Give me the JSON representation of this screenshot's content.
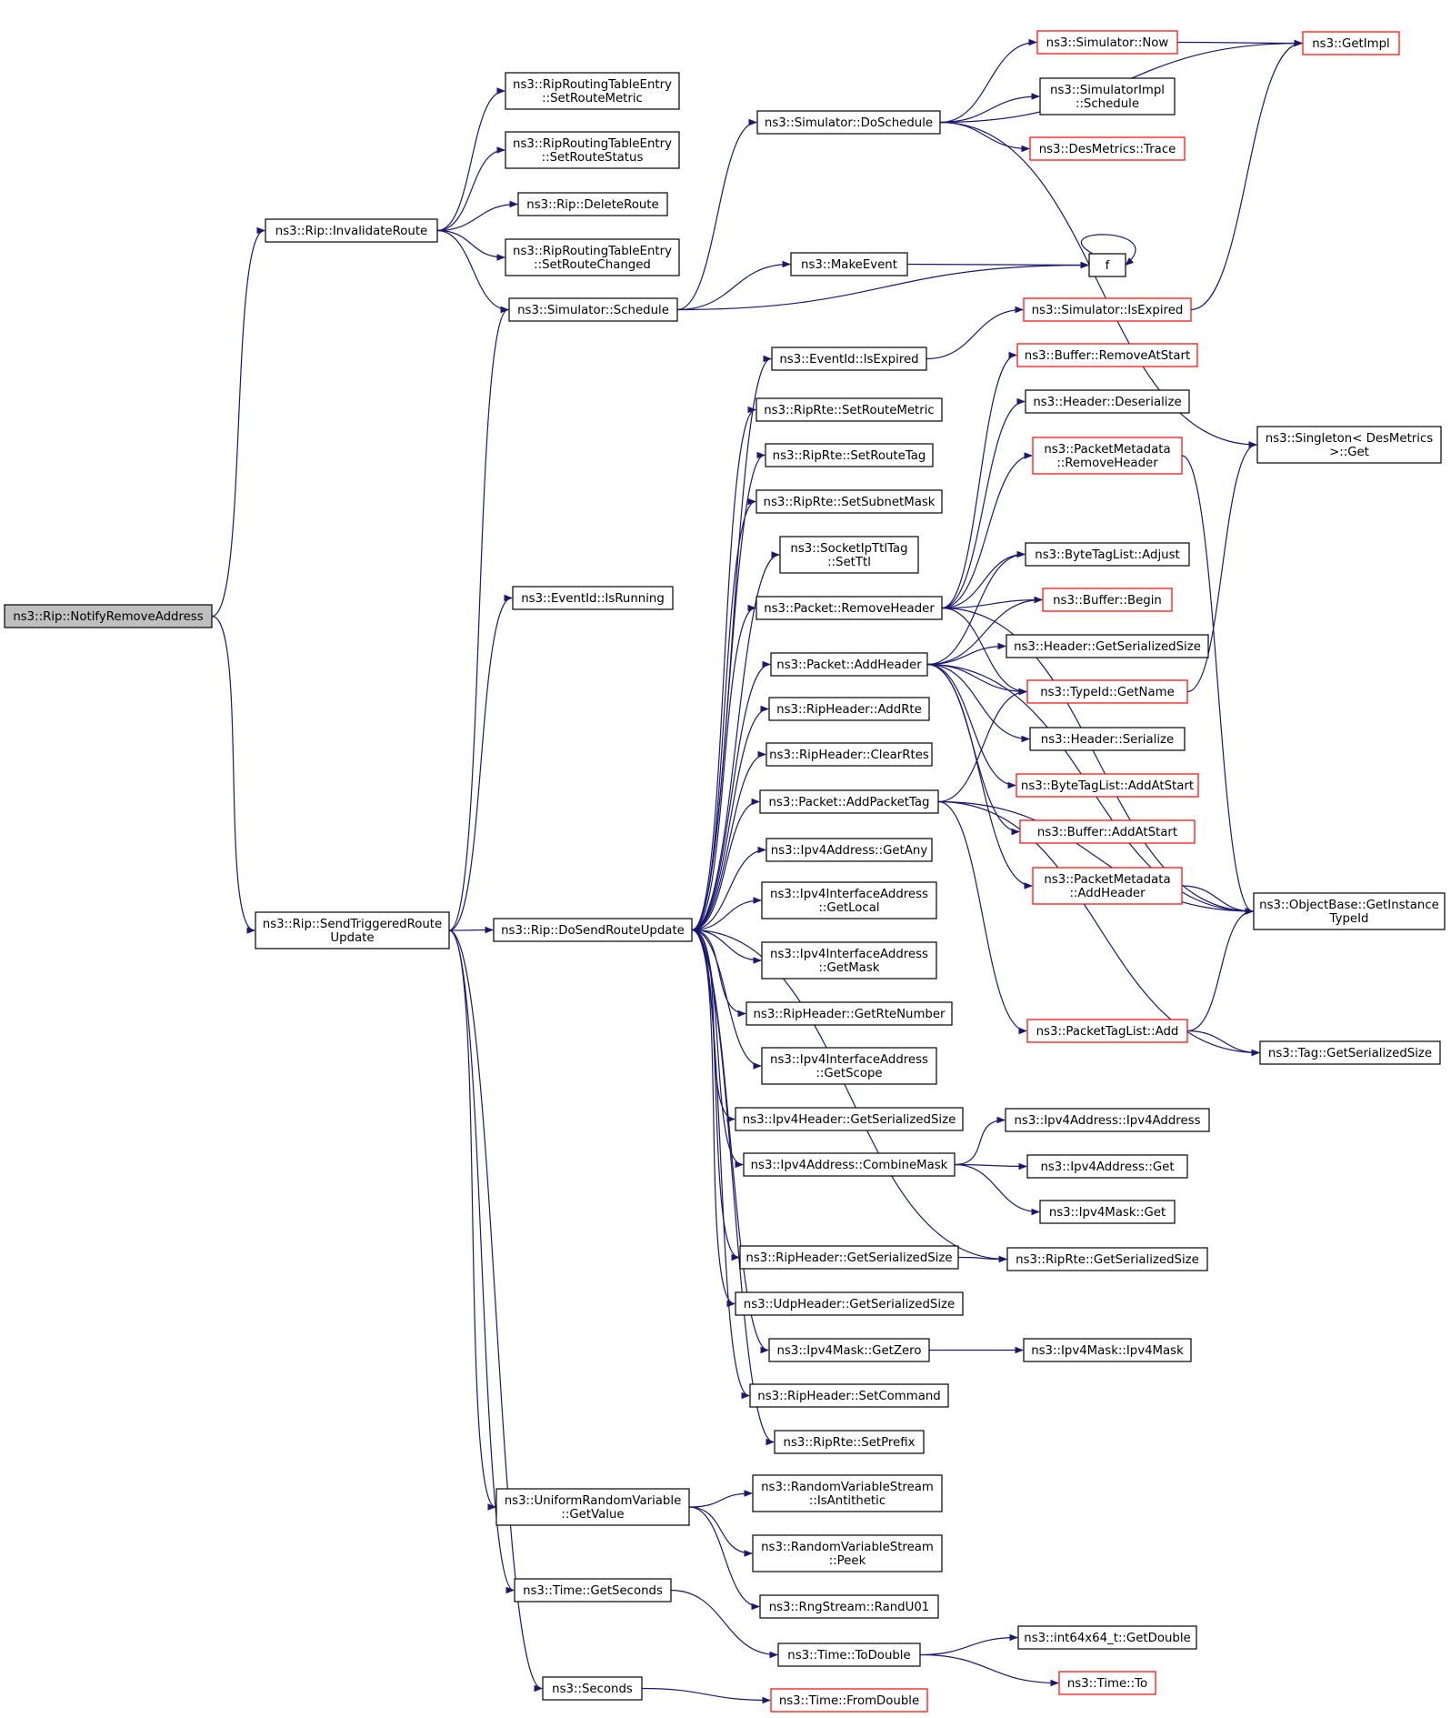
{
  "title": "",
  "colors": {
    "edge": "#191970",
    "node_border": "#000000",
    "truncated_border": "#ff0000",
    "root_fill": "#bfbfbf"
  },
  "nodes": [
    {
      "id": "notify",
      "lines": [
        "ns3::Rip::NotifyRemoveAddress"
      ],
      "style": "root"
    },
    {
      "id": "invalidate",
      "lines": [
        "ns3::Rip::InvalidateRoute"
      ]
    },
    {
      "id": "sendTrig",
      "lines": [
        "ns3::Rip::SendTriggeredRoute",
        "Update"
      ]
    },
    {
      "id": "rteSetMetric",
      "lines": [
        "ns3::RipRoutingTableEntry",
        "::SetRouteMetric"
      ]
    },
    {
      "id": "rteSetStatus",
      "lines": [
        "ns3::RipRoutingTableEntry",
        "::SetRouteStatus"
      ]
    },
    {
      "id": "deleteRoute",
      "lines": [
        "ns3::Rip::DeleteRoute"
      ]
    },
    {
      "id": "rteSetChanged",
      "lines": [
        "ns3::RipRoutingTableEntry",
        "::SetRouteChanged"
      ]
    },
    {
      "id": "schedule",
      "lines": [
        "ns3::Simulator::Schedule"
      ]
    },
    {
      "id": "evIsRunning",
      "lines": [
        "ns3::EventId::IsRunning"
      ]
    },
    {
      "id": "doSend",
      "lines": [
        "ns3::Rip::DoSendRouteUpdate"
      ]
    },
    {
      "id": "urvGet",
      "lines": [
        "ns3::UniformRandomVariable",
        "::GetValue"
      ]
    },
    {
      "id": "timeGetSec",
      "lines": [
        "ns3::Time::GetSeconds"
      ]
    },
    {
      "id": "seconds",
      "lines": [
        "ns3::Seconds"
      ]
    },
    {
      "id": "doSchedule",
      "lines": [
        "ns3::Simulator::DoSchedule"
      ]
    },
    {
      "id": "makeEvent",
      "lines": [
        "ns3::MakeEvent"
      ]
    },
    {
      "id": "evIsExpired",
      "lines": [
        "ns3::EventId::IsExpired"
      ]
    },
    {
      "id": "ripRteSetMetric",
      "lines": [
        "ns3::RipRte::SetRouteMetric"
      ]
    },
    {
      "id": "ripRteSetTag",
      "lines": [
        "ns3::RipRte::SetRouteTag"
      ]
    },
    {
      "id": "ripRteSetMask",
      "lines": [
        "ns3::RipRte::SetSubnetMask"
      ]
    },
    {
      "id": "sockSetTtl",
      "lines": [
        "ns3::SocketIpTtlTag",
        "::SetTtl"
      ]
    },
    {
      "id": "pktRemHdr",
      "lines": [
        "ns3::Packet::RemoveHeader"
      ]
    },
    {
      "id": "pktAddHdr",
      "lines": [
        "ns3::Packet::AddHeader"
      ]
    },
    {
      "id": "ripHdrAddRte",
      "lines": [
        "ns3::RipHeader::AddRte"
      ]
    },
    {
      "id": "ripHdrClear",
      "lines": [
        "ns3::RipHeader::ClearRtes"
      ]
    },
    {
      "id": "pktAddTag",
      "lines": [
        "ns3::Packet::AddPacketTag"
      ]
    },
    {
      "id": "ipv4GetAny",
      "lines": [
        "ns3::Ipv4Address::GetAny"
      ]
    },
    {
      "id": "ifaGetLocal",
      "lines": [
        "ns3::Ipv4InterfaceAddress",
        "::GetLocal"
      ]
    },
    {
      "id": "ifaGetMask",
      "lines": [
        "ns3::Ipv4InterfaceAddress",
        "::GetMask"
      ]
    },
    {
      "id": "ripHdrRteNum",
      "lines": [
        "ns3::RipHeader::GetRteNumber"
      ]
    },
    {
      "id": "ifaGetScope",
      "lines": [
        "ns3::Ipv4InterfaceAddress",
        "::GetScope"
      ]
    },
    {
      "id": "ipv4HdrSize",
      "lines": [
        "ns3::Ipv4Header::GetSerializedSize"
      ]
    },
    {
      "id": "ipv4Combine",
      "lines": [
        "ns3::Ipv4Address::CombineMask"
      ]
    },
    {
      "id": "ripHdrSize",
      "lines": [
        "ns3::RipHeader::GetSerializedSize"
      ]
    },
    {
      "id": "udpHdrSize",
      "lines": [
        "ns3::UdpHeader::GetSerializedSize"
      ]
    },
    {
      "id": "maskGetZero",
      "lines": [
        "ns3::Ipv4Mask::GetZero"
      ]
    },
    {
      "id": "ripHdrSetCmd",
      "lines": [
        "ns3::RipHeader::SetCommand"
      ]
    },
    {
      "id": "ripRteSetPrefix",
      "lines": [
        "ns3::RipRte::SetPrefix"
      ]
    },
    {
      "id": "rvsIsAnti",
      "lines": [
        "ns3::RandomVariableStream",
        "::IsAntithetic"
      ]
    },
    {
      "id": "rvsPeek",
      "lines": [
        "ns3::RandomVariableStream",
        "::Peek"
      ]
    },
    {
      "id": "rngRand",
      "lines": [
        "ns3::RngStream::RandU01"
      ]
    },
    {
      "id": "timeToDouble",
      "lines": [
        "ns3::Time::ToDouble"
      ]
    },
    {
      "id": "timeFromDouble",
      "lines": [
        "ns3::Time::FromDouble"
      ],
      "style": "red"
    },
    {
      "id": "simNow",
      "lines": [
        "ns3::Simulator::Now"
      ],
      "style": "red"
    },
    {
      "id": "simImplSched",
      "lines": [
        "ns3::SimulatorImpl",
        "::Schedule"
      ]
    },
    {
      "id": "desTrace",
      "lines": [
        "ns3::DesMetrics::Trace"
      ],
      "style": "red"
    },
    {
      "id": "f",
      "lines": [
        "f"
      ]
    },
    {
      "id": "simIsExpired",
      "lines": [
        "ns3::Simulator::IsExpired"
      ],
      "style": "red"
    },
    {
      "id": "bufRemAtStart",
      "lines": [
        "ns3::Buffer::RemoveAtStart"
      ],
      "style": "red"
    },
    {
      "id": "hdrDeser",
      "lines": [
        "ns3::Header::Deserialize"
      ]
    },
    {
      "id": "pmRemHdr",
      "lines": [
        "ns3::PacketMetadata",
        "::RemoveHeader"
      ],
      "style": "red"
    },
    {
      "id": "btlAdjust",
      "lines": [
        "ns3::ByteTagList::Adjust"
      ]
    },
    {
      "id": "bufBegin",
      "lines": [
        "ns3::Buffer::Begin"
      ],
      "style": "red"
    },
    {
      "id": "hdrSerSize",
      "lines": [
        "ns3::Header::GetSerializedSize"
      ]
    },
    {
      "id": "typeIdName",
      "lines": [
        "ns3::TypeId::GetName"
      ],
      "style": "red"
    },
    {
      "id": "hdrSer",
      "lines": [
        "ns3::Header::Serialize"
      ]
    },
    {
      "id": "btlAddAtStart",
      "lines": [
        "ns3::ByteTagList::AddAtStart"
      ],
      "style": "red"
    },
    {
      "id": "bufAddAtStart",
      "lines": [
        "ns3::Buffer::AddAtStart"
      ],
      "style": "red"
    },
    {
      "id": "pmAddHdr",
      "lines": [
        "ns3::PacketMetadata",
        "::AddHeader"
      ],
      "style": "red"
    },
    {
      "id": "ptlAdd",
      "lines": [
        "ns3::PacketTagList::Add"
      ],
      "style": "red"
    },
    {
      "id": "ipv4AddrCtor",
      "lines": [
        "ns3::Ipv4Address::Ipv4Address"
      ]
    },
    {
      "id": "ipv4AddrGet",
      "lines": [
        "ns3::Ipv4Address::Get"
      ]
    },
    {
      "id": "maskGet",
      "lines": [
        "ns3::Ipv4Mask::Get"
      ]
    },
    {
      "id": "ripRteSize",
      "lines": [
        "ns3::RipRte::GetSerializedSize"
      ]
    },
    {
      "id": "maskCtor",
      "lines": [
        "ns3::Ipv4Mask::Ipv4Mask"
      ]
    },
    {
      "id": "i64GetDouble",
      "lines": [
        "ns3::int64x64_t::GetDouble"
      ]
    },
    {
      "id": "timeTo",
      "lines": [
        "ns3::Time::To"
      ],
      "style": "red"
    },
    {
      "id": "getImpl",
      "lines": [
        "ns3::GetImpl"
      ],
      "style": "red"
    },
    {
      "id": "singletonGet",
      "lines": [
        "ns3::Singleton< DesMetrics",
        ">::Get"
      ]
    },
    {
      "id": "obGetTid",
      "lines": [
        "ns3::ObjectBase::GetInstance",
        "TypeId"
      ]
    },
    {
      "id": "tagSerSize",
      "lines": [
        "ns3::Tag::GetSerializedSize"
      ]
    }
  ],
  "edges": [
    [
      "notify",
      "invalidate"
    ],
    [
      "notify",
      "sendTrig"
    ],
    [
      "invalidate",
      "rteSetMetric"
    ],
    [
      "invalidate",
      "rteSetStatus"
    ],
    [
      "invalidate",
      "deleteRoute"
    ],
    [
      "invalidate",
      "rteSetChanged"
    ],
    [
      "invalidate",
      "schedule"
    ],
    [
      "sendTrig",
      "schedule"
    ],
    [
      "sendTrig",
      "evIsRunning"
    ],
    [
      "sendTrig",
      "doSend"
    ],
    [
      "sendTrig",
      "urvGet"
    ],
    [
      "sendTrig",
      "timeGetSec"
    ],
    [
      "sendTrig",
      "seconds"
    ],
    [
      "schedule",
      "doSchedule"
    ],
    [
      "schedule",
      "makeEvent"
    ],
    [
      "schedule",
      "f"
    ],
    [
      "doSchedule",
      "getImpl"
    ],
    [
      "doSchedule",
      "simNow"
    ],
    [
      "doSchedule",
      "simImplSched"
    ],
    [
      "doSchedule",
      "desTrace"
    ],
    [
      "doSchedule",
      "singletonGet"
    ],
    [
      "simNow",
      "getImpl"
    ],
    [
      "makeEvent",
      "f"
    ],
    [
      "f",
      "f"
    ],
    [
      "evIsExpired",
      "simIsExpired"
    ],
    [
      "simIsExpired",
      "getImpl"
    ],
    [
      "doSend",
      "evIsExpired"
    ],
    [
      "doSend",
      "ripRteSetMetric"
    ],
    [
      "doSend",
      "ripRteSetTag"
    ],
    [
      "doSend",
      "ripRteSetMask"
    ],
    [
      "doSend",
      "sockSetTtl"
    ],
    [
      "doSend",
      "pktRemHdr"
    ],
    [
      "doSend",
      "pktAddHdr"
    ],
    [
      "doSend",
      "ripHdrAddRte"
    ],
    [
      "doSend",
      "ripHdrClear"
    ],
    [
      "doSend",
      "pktAddTag"
    ],
    [
      "doSend",
      "ipv4GetAny"
    ],
    [
      "doSend",
      "ifaGetLocal"
    ],
    [
      "doSend",
      "ifaGetMask"
    ],
    [
      "doSend",
      "ripHdrRteNum"
    ],
    [
      "doSend",
      "ifaGetScope"
    ],
    [
      "doSend",
      "ipv4HdrSize"
    ],
    [
      "doSend",
      "ipv4Combine"
    ],
    [
      "doSend",
      "ripRteSize"
    ],
    [
      "doSend",
      "ripHdrSize"
    ],
    [
      "doSend",
      "udpHdrSize"
    ],
    [
      "doSend",
      "maskGetZero"
    ],
    [
      "doSend",
      "ripHdrSetCmd"
    ],
    [
      "doSend",
      "ripRteSetPrefix"
    ],
    [
      "pktRemHdr",
      "bufRemAtStart"
    ],
    [
      "pktRemHdr",
      "hdrDeser"
    ],
    [
      "pktRemHdr",
      "pmRemHdr"
    ],
    [
      "pktRemHdr",
      "obGetTid"
    ],
    [
      "pktRemHdr",
      "btlAdjust"
    ],
    [
      "pktRemHdr",
      "bufBegin"
    ],
    [
      "pktRemHdr",
      "typeIdName"
    ],
    [
      "pktAddHdr",
      "btlAdjust"
    ],
    [
      "pktAddHdr",
      "bufBegin"
    ],
    [
      "pktAddHdr",
      "hdrSerSize"
    ],
    [
      "pktAddHdr",
      "typeIdName"
    ],
    [
      "pktAddHdr",
      "hdrSer"
    ],
    [
      "pktAddHdr",
      "btlAddAtStart"
    ],
    [
      "pktAddHdr",
      "bufAddAtStart"
    ],
    [
      "pktAddHdr",
      "pmAddHdr"
    ],
    [
      "pktAddHdr",
      "obGetTid"
    ],
    [
      "pktAddTag",
      "typeIdName"
    ],
    [
      "pktAddTag",
      "ptlAdd"
    ],
    [
      "pktAddTag",
      "obGetTid"
    ],
    [
      "pktAddTag",
      "tagSerSize"
    ],
    [
      "pmRemHdr",
      "obGetTid"
    ],
    [
      "pmAddHdr",
      "obGetTid"
    ],
    [
      "ptlAdd",
      "obGetTid"
    ],
    [
      "ptlAdd",
      "tagSerSize"
    ],
    [
      "typeIdName",
      "singletonGet"
    ],
    [
      "ipv4Combine",
      "ipv4AddrCtor"
    ],
    [
      "ipv4Combine",
      "ipv4AddrGet"
    ],
    [
      "ipv4Combine",
      "maskGet"
    ],
    [
      "ripHdrSize",
      "ripRteSize"
    ],
    [
      "maskGetZero",
      "maskCtor"
    ],
    [
      "urvGet",
      "rvsIsAnti"
    ],
    [
      "urvGet",
      "rvsPeek"
    ],
    [
      "urvGet",
      "rngRand"
    ],
    [
      "timeGetSec",
      "timeToDouble"
    ],
    [
      "timeToDouble",
      "i64GetDouble"
    ],
    [
      "timeToDouble",
      "timeTo"
    ],
    [
      "seconds",
      "timeFromDouble"
    ]
  ]
}
